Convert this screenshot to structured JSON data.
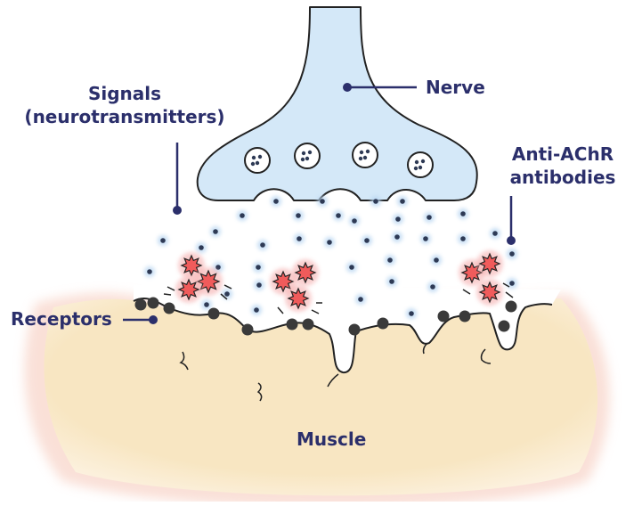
{
  "labels": {
    "nerve": "Nerve",
    "signals_line1": "Signals",
    "signals_line2": "(neurotransmitters)",
    "antibodies_line1": "Anti-AChR",
    "antibodies_line2": "antibodies",
    "receptors": "Receptors",
    "muscle": "Muscle"
  },
  "colors": {
    "label_text": "#2b2f6b",
    "leader_line": "#2b2f6b",
    "nerve_fill": "#d4e8f8",
    "outline": "#222222",
    "muscle_fill": "#f8e6c2",
    "muscle_glow": "#f6c7b8",
    "receptor": "#3a3a3a",
    "antibody": "#f05b5b",
    "antibody_glow": "#f4a8a8",
    "transmitter": "#2e3a55",
    "transmitter_glow": "#b9d6f1"
  },
  "icons": [
    "nerve-terminal-shape",
    "vesicle-icon",
    "neurotransmitter-dot",
    "receptor-dot",
    "antibody-star-icon",
    "muscle-fiber-shape"
  ]
}
